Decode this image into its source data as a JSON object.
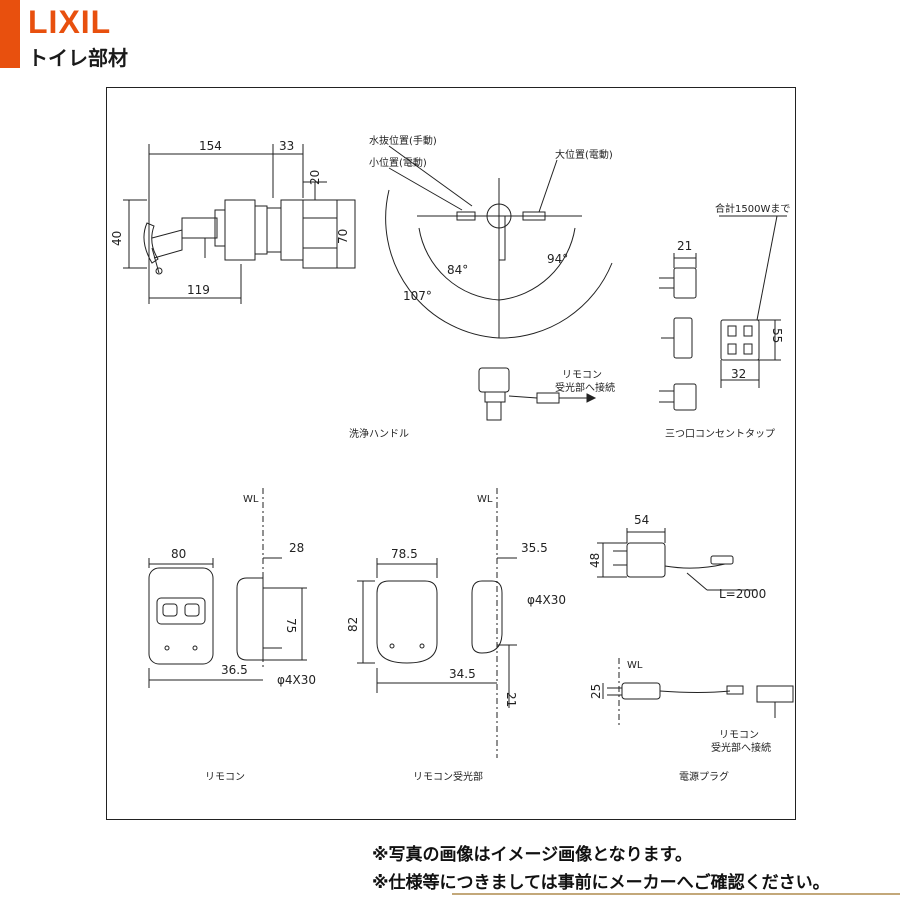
{
  "brand": {
    "logo": "LIXIL",
    "category": "トイレ部材"
  },
  "sections": {
    "handle": {
      "caption": "洗浄ハンドル",
      "dims": {
        "d154": "154",
        "d33": "33",
        "d20": "20",
        "d40": "40",
        "d70": "70",
        "d119": "119"
      },
      "positions": {
        "drain_manual": "水抜位置(手動)",
        "small_electric": "小位置(電動)",
        "large_electric": "大位置(電動)"
      },
      "angles": {
        "a107": "107°",
        "a84": "84°",
        "a94": "94°"
      },
      "connect_note_1": "リモコン",
      "connect_note_2": "受光部へ接続"
    },
    "outlet_tap": {
      "caption": "三つ口コンセントタップ",
      "total_note": "合計1500Wまで",
      "dims": {
        "d21": "21",
        "d55": "55",
        "d32": "32"
      }
    },
    "remote": {
      "caption": "リモコン",
      "wl": "WL",
      "dims": {
        "d80": "80",
        "d28": "28",
        "d75": "75",
        "d36_5": "36.5",
        "screw": "φ4X30"
      }
    },
    "receiver": {
      "caption": "リモコン受光部",
      "wl": "WL",
      "dims": {
        "d78_5": "78.5",
        "d35_5": "35.5",
        "d82": "82",
        "screw": "φ4X30",
        "d34_5": "34.5",
        "d21": "21"
      }
    },
    "power_plug": {
      "caption": "電源プラグ",
      "wl": "WL",
      "dims": {
        "d54": "54",
        "d48": "48",
        "cord": "L=2000",
        "d25": "25"
      },
      "connect_note_1": "リモコン",
      "connect_note_2": "受光部へ接続"
    }
  },
  "notes": {
    "line1": "※写真の画像はイメージ画像となります。",
    "line2": "※仕様等につきましては事前にメーカーへご確認ください。"
  }
}
